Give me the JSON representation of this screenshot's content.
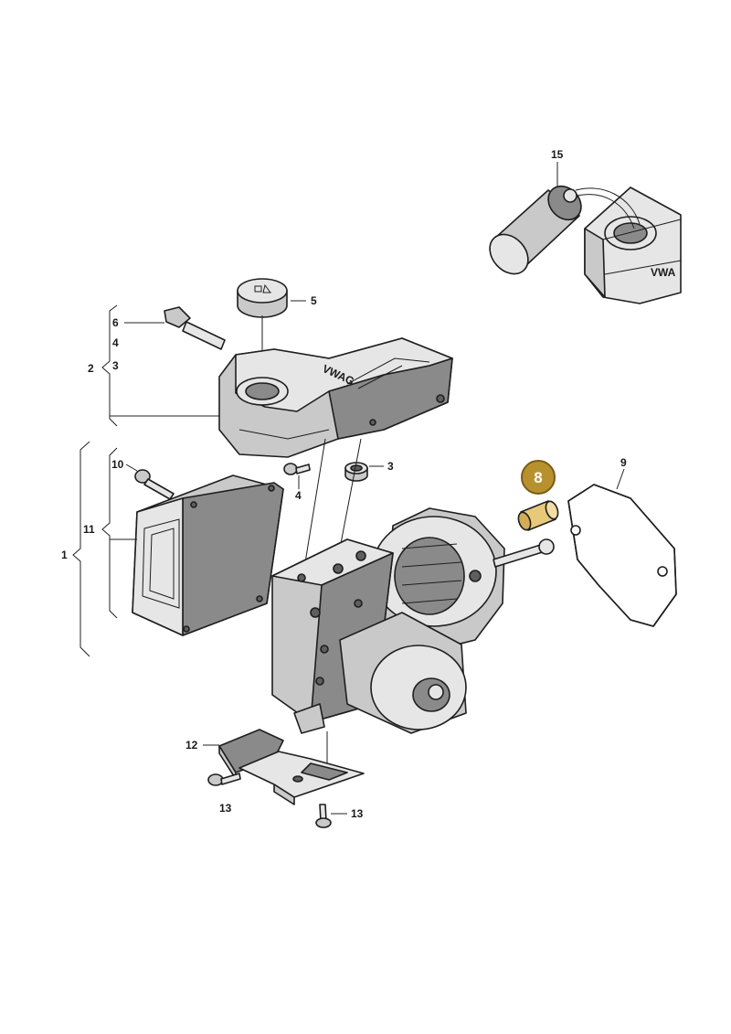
{
  "callouts": {
    "c1": "1",
    "c2": "2",
    "c3a": "3",
    "c3b": "3",
    "c4a": "4",
    "c4b": "4",
    "c5": "5",
    "c6": "6",
    "c8": "8",
    "c9": "9",
    "c10": "10",
    "c11": "11",
    "c12": "12",
    "c13a": "13",
    "c13b": "13",
    "c15": "15"
  },
  "reservoir_marking": "VWAG",
  "brand_mark_small": "VWA",
  "colors": {
    "highlight_fill": "#b8912f",
    "highlight_stroke": "#7a5c15",
    "highlight_part": "#e8c97a",
    "part_fill": "#c9c9c9",
    "outline": "#1e1e1e"
  }
}
